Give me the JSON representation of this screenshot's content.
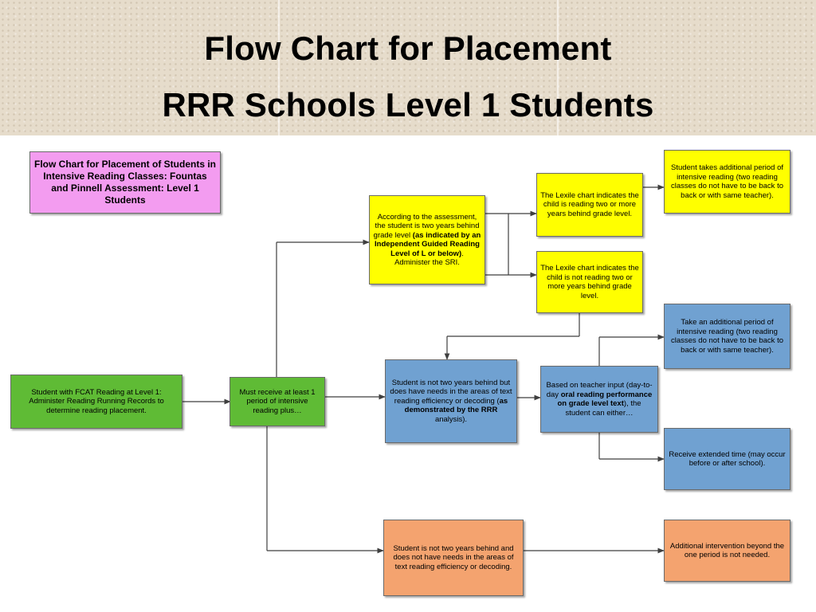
{
  "title": {
    "line1": "Flow Chart for Placement",
    "line2": "RRR Schools Level 1 Students"
  },
  "diagram": {
    "legend": "Flow Chart for Placement of Students in Intensive Reading Classes: Fountas and Pinnell Assessment: Level 1 Students",
    "start": "Student with FCAT Reading at Level 1: Administer Reading Running Records to determine reading placement.",
    "must_receive": "Must receive at least 1 period of intensive reading plus…",
    "two_years": {
      "pre": "According to the assessment, the student is two years behind grade level ",
      "bold": "(as indicated by an Independent Guided Reading Level of L or below)",
      "post": ". Administer the SRI."
    },
    "lexile_behind": "The Lexile chart indicates the child is reading two or more years behind grade level.",
    "lexile_not_behind": "The Lexile chart indicates the child is not reading two or more years behind grade level.",
    "takes_additional": "Student takes additional period of intensive reading (two reading classes do not have to be back to back or with same teacher).",
    "not_two_years_needs": {
      "pre": "Student is not two years behind but does have needs in the areas of text reading efficiency or decoding (",
      "bold": "as demonstrated by the RRR",
      "post": " analysis)."
    },
    "teacher_input": {
      "pre": "Based on teacher input (day-to-day ",
      "bold": "oral reading performance on grade level text",
      "post": "), the student can either…"
    },
    "take_additional_period": "Take an additional period of intensive reading (two reading classes do not have to be back to back or with same teacher).",
    "extended_time": "Receive extended time (may occur before or after school).",
    "not_two_years_no_needs": "Student is not two years behind and does not have needs in the areas of text reading efficiency or decoding.",
    "no_intervention": "Additional intervention beyond the one period is not needed."
  },
  "colors": {
    "legend": "#f39cf0",
    "yellow": "#ffff00",
    "green": "#5fbb35",
    "blue": "#70a1d1",
    "orange": "#f4a36f",
    "connector": "#3f3f3f"
  }
}
